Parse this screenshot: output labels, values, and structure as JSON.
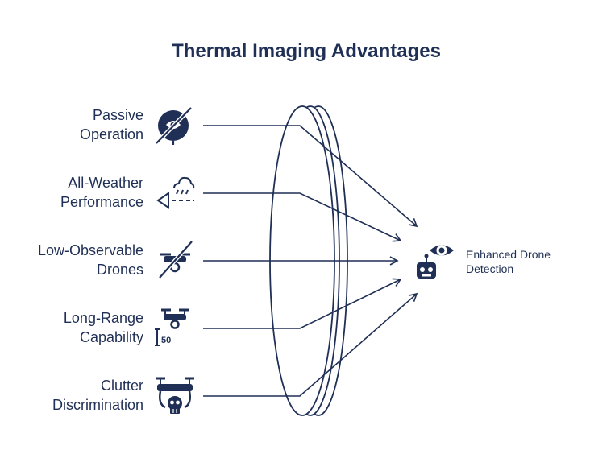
{
  "title": "Thermal Imaging Advantages",
  "advantages": [
    {
      "line1": "Passive",
      "line2": "Operation",
      "icon": "eye-slash-icon"
    },
    {
      "line1": "All-Weather",
      "line2": "Performance",
      "icon": "cloud-rain-signal-icon"
    },
    {
      "line1": "Low-Observable",
      "line2": "Drones",
      "icon": "drone-slash-icon"
    },
    {
      "line1": "Long-Range",
      "line2": "Capability",
      "icon": "drone-range-icon",
      "badge": "50"
    },
    {
      "line1": "Clutter",
      "line2": "Discrimination",
      "icon": "drone-skull-icon"
    }
  ],
  "output": {
    "line1": "Enhanced Drone",
    "line2": "Detection",
    "icons": [
      "eye-icon",
      "robot-icon"
    ]
  },
  "colors": {
    "primary": "#1f2f55",
    "background": "#ffffff"
  }
}
